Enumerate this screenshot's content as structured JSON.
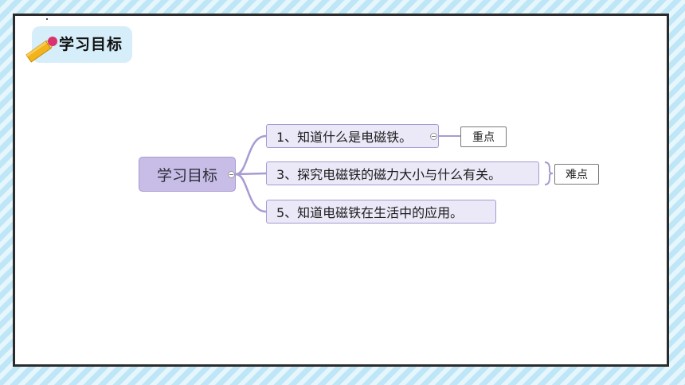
{
  "header": {
    "title": "学习目标"
  },
  "mindmap": {
    "root": "学习目标",
    "branches": [
      {
        "label": "1、知道什么是电磁铁。",
        "tag": "重点"
      },
      {
        "label": "3、探究电磁铁的磁力大小与什么有关。",
        "tag": "难点"
      },
      {
        "label": "5、知道电磁铁在生活中的应用。"
      }
    ]
  },
  "colors": {
    "root_fill": "#c7bde6",
    "branch_fill": "#ebe8f7",
    "connector": "#a89ad2",
    "background_stripe": "#bfe6f6"
  },
  "icons": [
    "pencil-icon",
    "collapse-icon",
    "brace-icon"
  ]
}
